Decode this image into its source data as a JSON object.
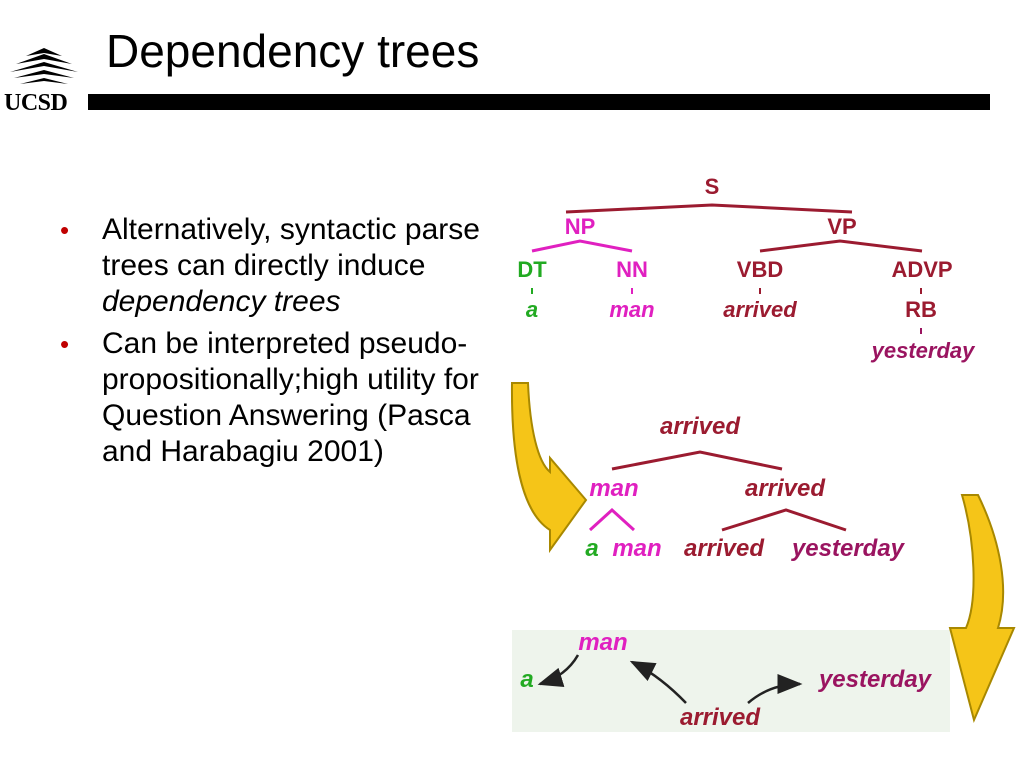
{
  "slide": {
    "title": "Dependency trees",
    "logo_text": "UCSD",
    "bullets": [
      {
        "text_parts": [
          {
            "t": "Alternatively, syntactic parse trees can directly induce ",
            "i": false
          },
          {
            "t": "dependency trees",
            "i": true
          }
        ]
      },
      {
        "text_parts": [
          {
            "t": "Can be interpreted pseudo-propositionally;high utility for Question Answering (Pasca and Harabagiu 2001)",
            "i": false
          }
        ]
      }
    ]
  },
  "parse_tree": {
    "S": "S",
    "NP": "NP",
    "VP": "VP",
    "DT": "DT",
    "NN": "NN",
    "VBD": "VBD",
    "ADVP": "ADVP",
    "RB": "RB",
    "w_a": "a",
    "w_man": "man",
    "w_arrived": "arrived",
    "w_yesterday": "yesterday"
  },
  "head_tree": {
    "root": "arrived",
    "left": "man",
    "right": "arrived",
    "l1": "a",
    "l2": "man",
    "l3": "arrived",
    "l4": "yesterday"
  },
  "dep_graph": {
    "man": "man",
    "a": "a",
    "arrived": "arrived",
    "yesterday": "yesterday"
  },
  "colors": {
    "darkred": "#9b1b30",
    "magenta": "#e020c0",
    "green": "#22aa22",
    "purple": "#9a1460",
    "arrow_fill": "#f5c518",
    "arrow_stroke": "#a88800"
  }
}
